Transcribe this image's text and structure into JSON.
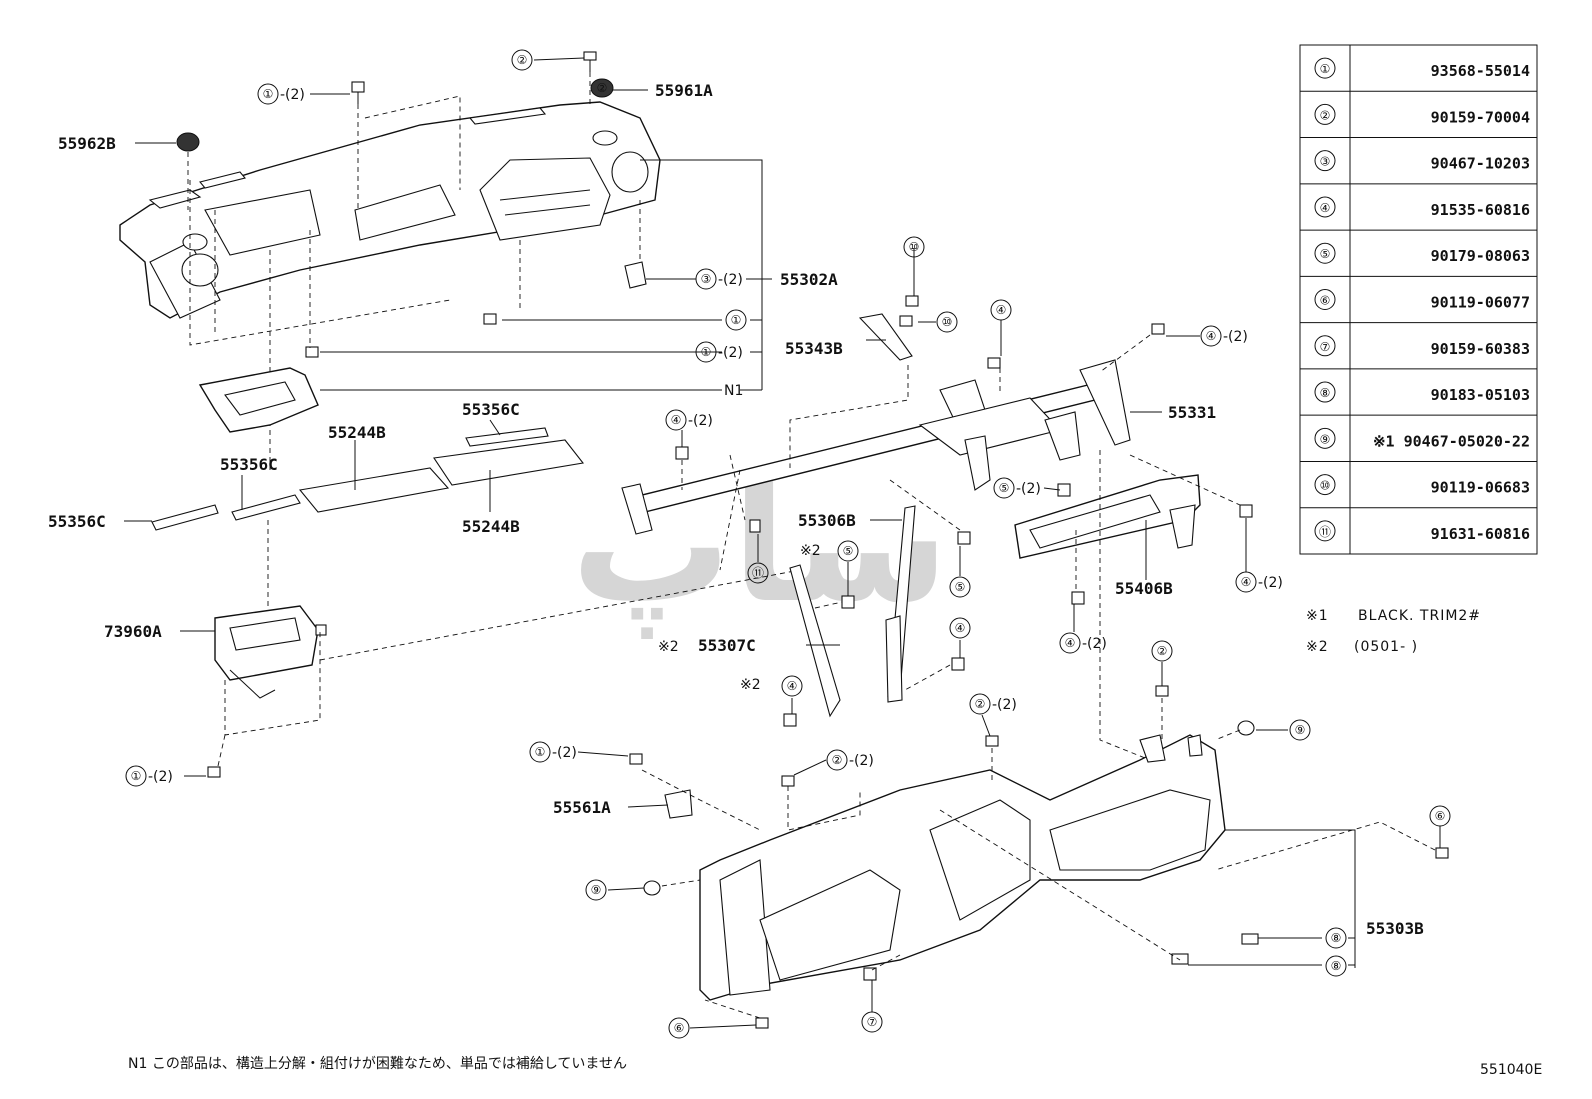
{
  "callouts": {
    "p55961A": "55961A",
    "p55962B": "55962B",
    "p55302A": "55302A",
    "p55343B": "55343B",
    "p55331": "55331",
    "p55356C_top": "55356C",
    "p55244B_top": "55244B",
    "p55356C_mid": "55356C",
    "p55356C_left": "55356C",
    "p55244B_bottom": "55244B",
    "p55306B": "55306B",
    "p55406B": "55406B",
    "p73960A": "73960A",
    "p55307C": "55307C",
    "p55561A": "55561A",
    "p55303B": "55303B",
    "n1": "N1"
  },
  "markers": {
    "m1": "①",
    "m2": "②",
    "m3": "③",
    "m4": "④",
    "m5": "⑤",
    "m6": "⑥",
    "m7": "⑦",
    "m8": "⑧",
    "m9": "⑨",
    "m10": "⑩",
    "m11": "⑪",
    "qty2": "-(2)",
    "ast1": "※1",
    "ast2": "※2"
  },
  "parts_table": {
    "rows": [
      {
        "ref": "①",
        "number": "93568-55014"
      },
      {
        "ref": "②",
        "number": "90159-70004"
      },
      {
        "ref": "③",
        "number": "90467-10203"
      },
      {
        "ref": "④",
        "number": "91535-60816"
      },
      {
        "ref": "⑤",
        "number": "90179-08063"
      },
      {
        "ref": "⑥",
        "number": "90119-06077"
      },
      {
        "ref": "⑦",
        "number": "90159-60383"
      },
      {
        "ref": "⑧",
        "number": "90183-05103"
      },
      {
        "ref": "⑨",
        "number": "※1 90467-05020-22"
      },
      {
        "ref": "⑩",
        "number": "90119-06683"
      },
      {
        "ref": "⑪",
        "number": "91631-60816"
      }
    ]
  },
  "notes": {
    "note1_mark": "※1",
    "note1_text": "BLACK. TRIM2#",
    "note2_mark": "※2",
    "note2_text": "(0501-   )"
  },
  "footnote": "N1 この部品は、構造上分解・組付けが困難なため、単品では補給していません",
  "diagram_id": "551040E",
  "watermark": "ساپ"
}
